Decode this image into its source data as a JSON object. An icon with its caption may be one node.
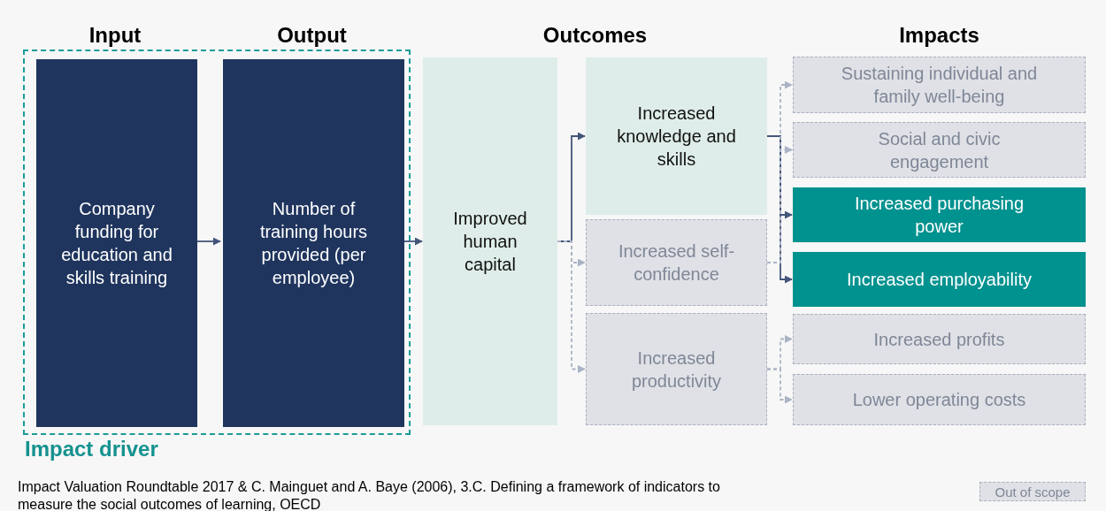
{
  "diagram": {
    "caption": "Impact Valuation Roundtable 2017 & C. Mainguet and A. Baye (2006), 3.C. Defining a framework of indicators to measure the social outcomes of learning, OECD",
    "nodes": [
      {
        "text": [
          "Impact driver"
        ]
      },
      {
        "text": [
          "Company funding for education and skills training"
        ],
        "in": 0
      },
      {
        "text": [
          "Number of training hours provided (per employee)"
        ],
        "in": 0
      },
      {
        "text": [
          "Improved human capital"
        ]
      },
      {
        "text": [
          "Increased knowledge and skills"
        ]
      },
      {
        "text": [
          "Increased self-confidence"
        ]
      },
      {
        "text": [
          "Increased productivity"
        ]
      },
      {
        "text": [
          "Sustaining individual and family well-being"
        ]
      },
      {
        "text": [
          "Social and civic engagement"
        ]
      },
      {
        "text": [
          "Increased purchasing power"
        ]
      },
      {
        "text": [
          "Increased employability"
        ]
      },
      {
        "text": [
          "Increased profits"
        ]
      },
      {
        "text": [
          "Lower operating costs"
        ]
      }
    ],
    "edges": [
      {
        "from": 1,
        "to": 2,
        "arrow": "to",
        "color": "#44557a"
      },
      {
        "from": 2,
        "to": 3,
        "arrow": "to",
        "color": "#44557a"
      },
      {
        "from": 3,
        "to": 4,
        "arrow": "to",
        "color": "#44557a"
      },
      {
        "from": 3,
        "to": 5,
        "arrow": "to",
        "style": "dashed",
        "color": "#a9b3c4"
      },
      {
        "from": 3,
        "to": 6,
        "arrow": "to",
        "style": "dashed",
        "color": "#a9b3c4"
      },
      {
        "from": 4,
        "to": 9,
        "arrow": "to",
        "color": "#44557a"
      },
      {
        "from": 4,
        "to": 10,
        "arrow": "to",
        "color": "#44557a"
      },
      {
        "from": 5,
        "to": 7,
        "arrow": "to",
        "style": "dashed",
        "color": "#a9b3c4"
      },
      {
        "from": 5,
        "to": 8,
        "arrow": "to",
        "style": "dashed",
        "color": "#a9b3c4"
      },
      {
        "from": 6,
        "to": 11,
        "arrow": "to",
        "style": "dashed",
        "color": "#a9b3c4"
      },
      {
        "from": 6,
        "to": 12,
        "arrow": "to",
        "style": "dashed",
        "color": "#a9b3c4"
      }
    ],
    "labels": [
      "Input",
      "Output",
      "Outcomes",
      "Impacts"
    ],
    "legend": [
      {
        "text": "Out of scope"
      }
    ]
  }
}
